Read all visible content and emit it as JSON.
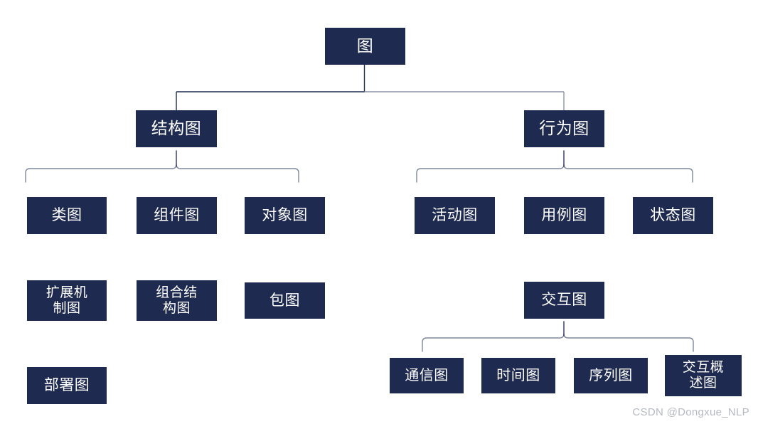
{
  "meta": {
    "title": "UML 图分类结构图",
    "background_color": "#ffffff",
    "node_fill_color": "#1e2a4f",
    "node_text_color": "#ffffff",
    "connector_color": "#1f2b50",
    "bracket_color": "#7f879d",
    "watermark_color": "#b6b9c2"
  },
  "watermark": {
    "text": "CSDN @Dongxue_NLP"
  },
  "nodes": {
    "root": {
      "label": "图"
    },
    "structure": {
      "label": "结构图"
    },
    "behavior": {
      "label": "行为图"
    },
    "class": {
      "label": "类图"
    },
    "component": {
      "label": "组件图"
    },
    "object": {
      "label": "对象图"
    },
    "extension": {
      "label": "扩展机\n制图"
    },
    "composite": {
      "label": "组合结\n构图"
    },
    "package": {
      "label": "包图"
    },
    "deployment": {
      "label": "部署图"
    },
    "activity": {
      "label": "活动图"
    },
    "usecase": {
      "label": "用例图"
    },
    "state": {
      "label": "状态图"
    },
    "interaction": {
      "label": "交互图"
    },
    "communication": {
      "label": "通信图"
    },
    "timing": {
      "label": "时间图"
    },
    "sequence": {
      "label": "序列图"
    },
    "interaction_overview": {
      "label": "交互概\n述图"
    }
  }
}
